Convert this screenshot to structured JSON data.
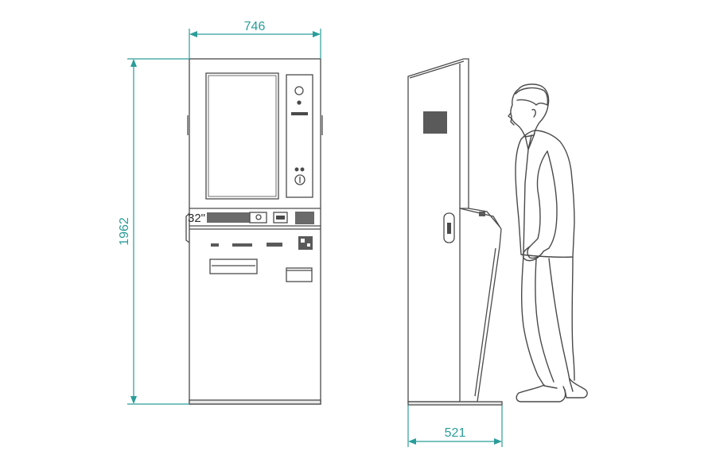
{
  "dimensions": {
    "front_width": "746",
    "total_height": "1962",
    "side_depth": "521"
  },
  "screen_size_label": "32\"",
  "colors": {
    "dimension": "#2a9d9a",
    "outline": "#4a4a4a",
    "fill_dark": "#5a5a5a",
    "background": "#ffffff"
  }
}
